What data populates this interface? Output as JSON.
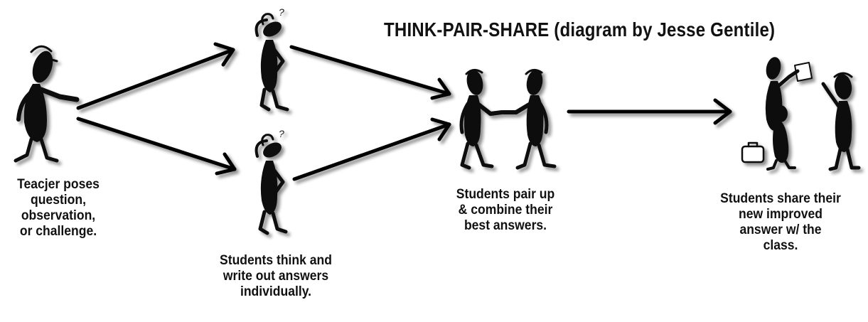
{
  "title": "THINK-PAIR-SHARE (diagram by Jesse Gentile)",
  "steps": {
    "teacher": "Teacjer poses\nquestion,\nobservation,\nor challenge.",
    "think": "Students think and\nwrite out answers\nindividually.",
    "pair": "Students pair up\n& combine their\nbest answers.",
    "share": "Students share their\nnew improved\nanswer w/ the\nclass."
  },
  "marks": {
    "question_mark": "?"
  }
}
